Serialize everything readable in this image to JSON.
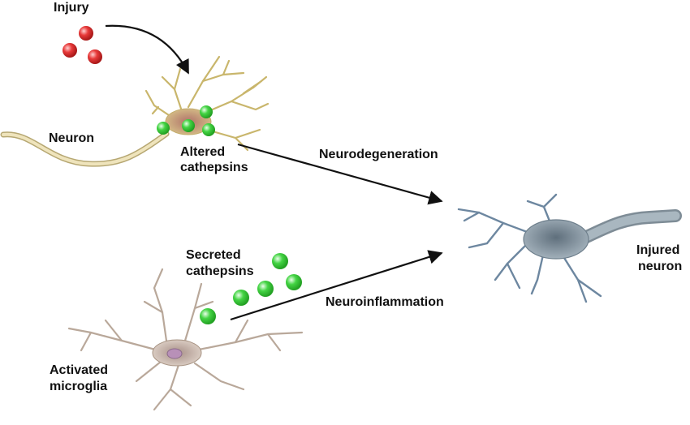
{
  "labels": {
    "injury": "Injury",
    "neuron": "Neuron",
    "altered_1": "Altered",
    "altered_2": "cathepsins",
    "neurodegeneration": "Neurodegeneration",
    "secreted_1": "Secreted",
    "secreted_2": "cathepsins",
    "neuroinflammation": "Neuroinflammation",
    "injured_1": "Injured",
    "injured_2": "neuron",
    "microglia_1": "Activated",
    "microglia_2": "microglia"
  },
  "colors": {
    "injury_particle": "#e02a2a",
    "cathepsin_particle": "#3ad13a",
    "healthy_neuron": "#d8c98a",
    "injured_neuron": "#8a9aa8",
    "microglia": "#c8b8a8",
    "arrow": "#111111"
  }
}
